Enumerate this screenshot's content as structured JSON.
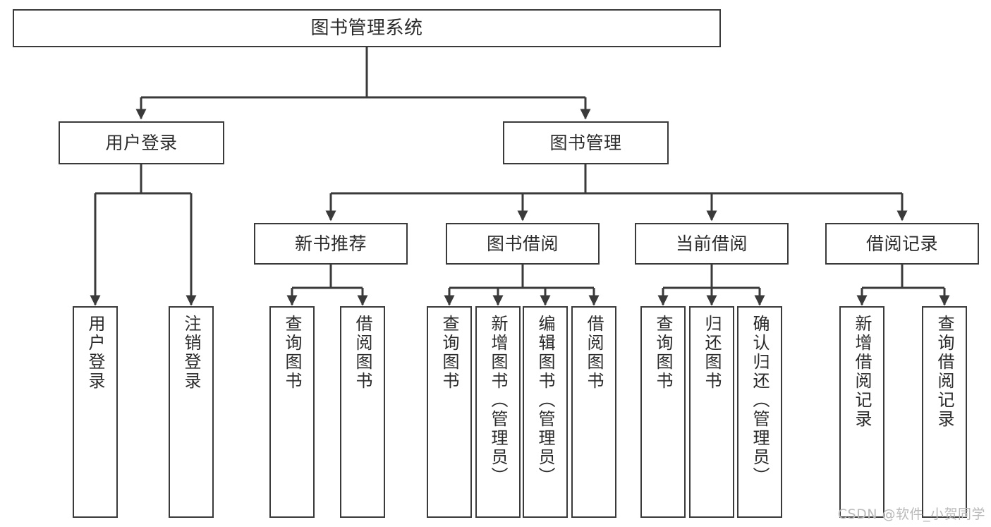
{
  "diagram": {
    "type": "tree-hierarchy",
    "title": "图书管理系统",
    "watermark": "CSDN @软件_小贺同学",
    "colors": {
      "stroke": "#3a3a3a",
      "fill": "#ffffff",
      "text": "#2b2b2b",
      "watermark": "#b9b9b9"
    },
    "nodes": {
      "root": {
        "label": "图书管理系统"
      },
      "level2": [
        {
          "id": "user-login",
          "label": "用户登录"
        },
        {
          "id": "book-manage",
          "label": "图书管理"
        }
      ],
      "level3": [
        {
          "id": "new-book-rec",
          "label": "新书推荐"
        },
        {
          "id": "book-borrow",
          "label": "图书借阅"
        },
        {
          "id": "current-borrow",
          "label": "当前借阅"
        },
        {
          "id": "borrow-record",
          "label": "借阅记录"
        }
      ],
      "leaves": [
        {
          "id": "leaf-user-login",
          "label": "用户登录",
          "parent": "user-login"
        },
        {
          "id": "leaf-logout",
          "label": "注销登录",
          "parent": "user-login"
        },
        {
          "id": "leaf-query-book-1",
          "label": "查询图书",
          "parent": "new-book-rec"
        },
        {
          "id": "leaf-borrow-book-1",
          "label": "借阅图书",
          "parent": "new-book-rec"
        },
        {
          "id": "leaf-query-book-2",
          "label": "查询图书",
          "parent": "book-borrow"
        },
        {
          "id": "leaf-add-book",
          "label": "新增图书（管理员）",
          "parent": "book-borrow"
        },
        {
          "id": "leaf-edit-book",
          "label": "编辑图书（管理员）",
          "parent": "book-borrow"
        },
        {
          "id": "leaf-borrow-book-2",
          "label": "借阅图书",
          "parent": "book-borrow"
        },
        {
          "id": "leaf-query-book-3",
          "label": "查询图书",
          "parent": "current-borrow"
        },
        {
          "id": "leaf-return-book",
          "label": "归还图书",
          "parent": "current-borrow"
        },
        {
          "id": "leaf-confirm-return",
          "label": "确认归还（管理员）",
          "parent": "current-borrow"
        },
        {
          "id": "leaf-add-record",
          "label": "新增借阅记录",
          "parent": "borrow-record"
        },
        {
          "id": "leaf-query-record",
          "label": "查询借阅记录",
          "parent": "borrow-record"
        }
      ]
    }
  }
}
